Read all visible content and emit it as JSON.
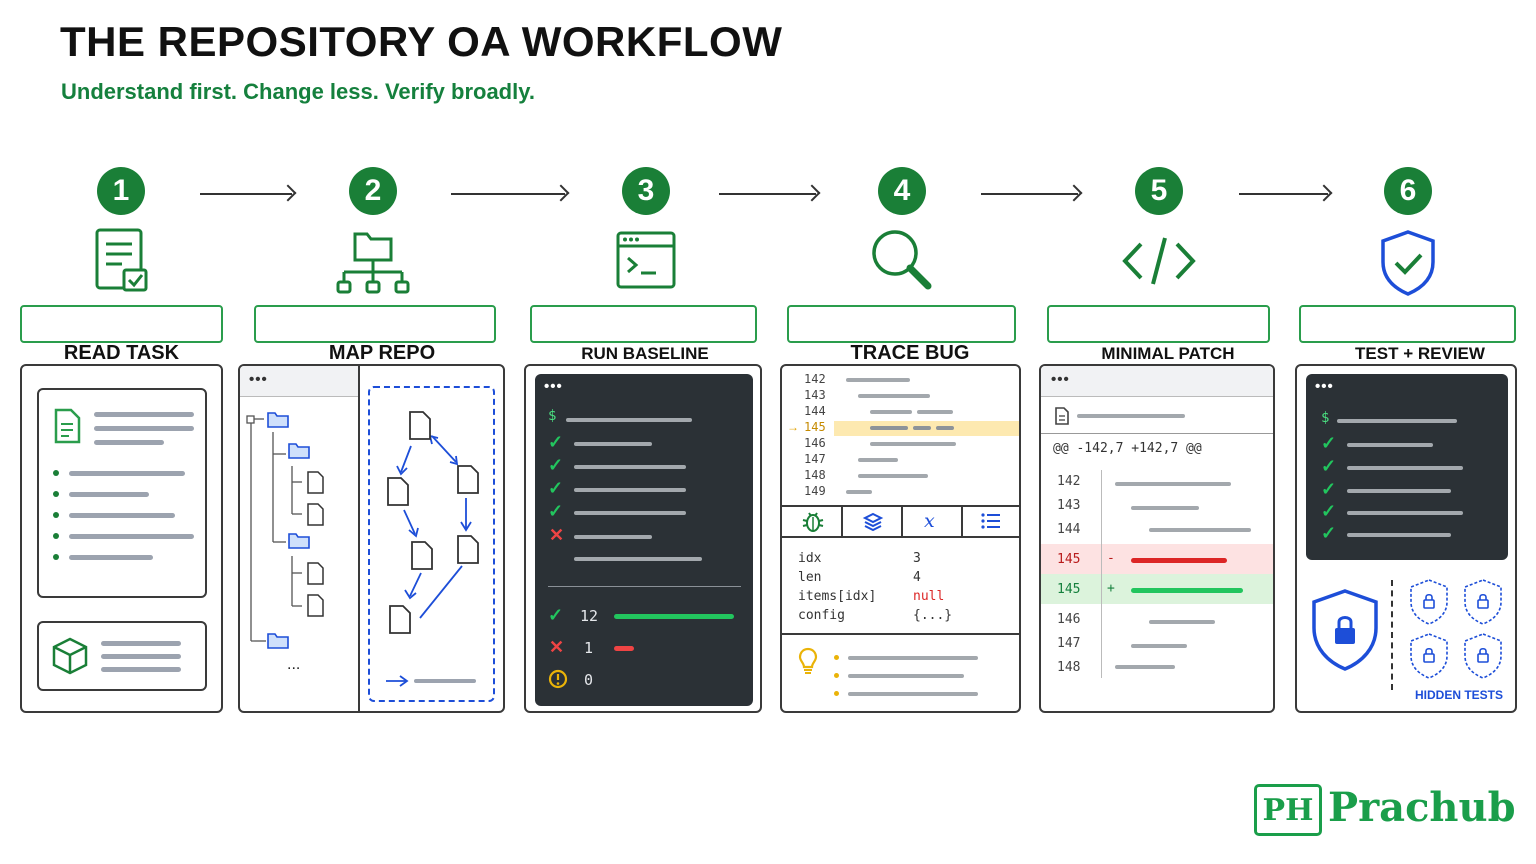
{
  "title": "THE REPOSITORY OA WORKFLOW",
  "subtitle": "Understand first. Change less. Verify broadly.",
  "steps": [
    {
      "number": "1",
      "label": "READ TASK",
      "icon": "task-document-check-icon"
    },
    {
      "number": "2",
      "label": "MAP REPO",
      "icon": "folder-tree-icon"
    },
    {
      "number": "3",
      "label": "RUN BASELINE",
      "icon": "terminal-icon"
    },
    {
      "number": "4",
      "label": "TRACE BUG",
      "icon": "magnifier-icon"
    },
    {
      "number": "5",
      "label": "MINIMAL PATCH",
      "icon": "code-brackets-icon"
    },
    {
      "number": "6",
      "label": "TEST + REVIEW",
      "icon": "shield-check-icon"
    }
  ],
  "map_repo": {
    "window_dots": "•••",
    "ellipsis": "..."
  },
  "run_baseline": {
    "window_dots": "•••",
    "prompt": "$",
    "summary": [
      {
        "kind": "pass",
        "count": "12"
      },
      {
        "kind": "fail",
        "count": "1"
      },
      {
        "kind": "warn",
        "count": "0"
      }
    ]
  },
  "trace_bug": {
    "line_numbers": [
      "142",
      "143",
      "144",
      "145",
      "146",
      "147",
      "148",
      "149"
    ],
    "current_line": "145",
    "variables": [
      {
        "name": "idx",
        "value": "3"
      },
      {
        "name": "len",
        "value": "4"
      },
      {
        "name": "items[idx]",
        "value": "null"
      },
      {
        "name": "config",
        "value": "{...}"
      }
    ]
  },
  "minimal_patch": {
    "window_dots": "•••",
    "hunk_header": "@@ -142,7 +142,7 @@",
    "lines": [
      {
        "no": "142",
        "mark": ""
      },
      {
        "no": "143",
        "mark": ""
      },
      {
        "no": "144",
        "mark": ""
      },
      {
        "no": "145",
        "mark": "-"
      },
      {
        "no": "145",
        "mark": "+"
      },
      {
        "no": "146",
        "mark": ""
      },
      {
        "no": "147",
        "mark": ""
      },
      {
        "no": "148",
        "mark": ""
      }
    ]
  },
  "test_review": {
    "window_dots": "•••",
    "prompt": "$",
    "hidden_tests_label": "HIDDEN TESTS"
  },
  "brand": {
    "logo_text": "PH",
    "name": "Prachub"
  },
  "colors": {
    "accent": "#1a7f37",
    "pass": "#22c55e",
    "fail": "#ef4444",
    "warn": "#eab308",
    "link": "#1d4ed8",
    "highlight": "#fde9b0"
  }
}
